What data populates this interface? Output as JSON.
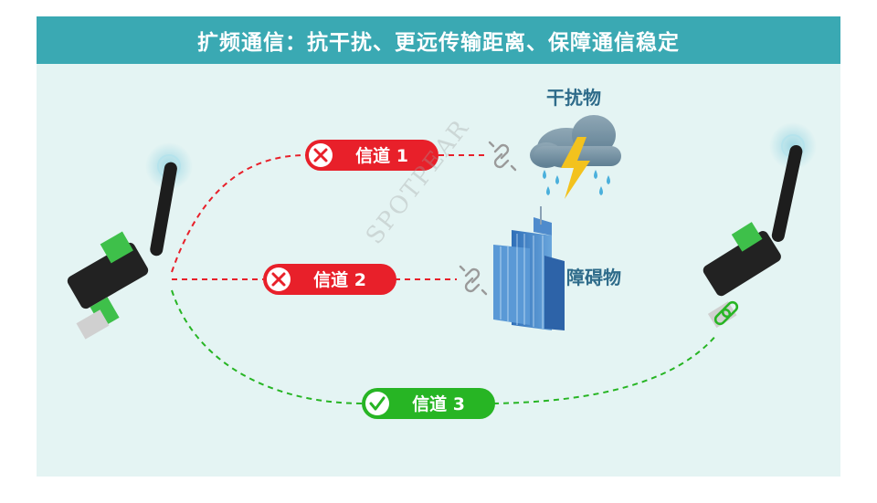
{
  "banner": {
    "title": "扩频通信：抗干扰、更远传输距离、保障通信稳定"
  },
  "channels": [
    {
      "label": "信道 1",
      "status": "blocked",
      "color": "#e8202a"
    },
    {
      "label": "信道 2",
      "status": "blocked",
      "color": "#e8202a"
    },
    {
      "label": "信道 3",
      "status": "ok",
      "color": "#27b524"
    }
  ],
  "obstacles": {
    "interference_label": "干扰物",
    "obstacle_label": "障碍物"
  },
  "watermark": "SPOTPEAR",
  "colors": {
    "banner": "#3aa9b3",
    "background": "#e4f4f3",
    "blocked": "#e8202a",
    "ok": "#27b524",
    "broken_link": "#9a9a9a",
    "label_text": "#2e6b8a"
  }
}
